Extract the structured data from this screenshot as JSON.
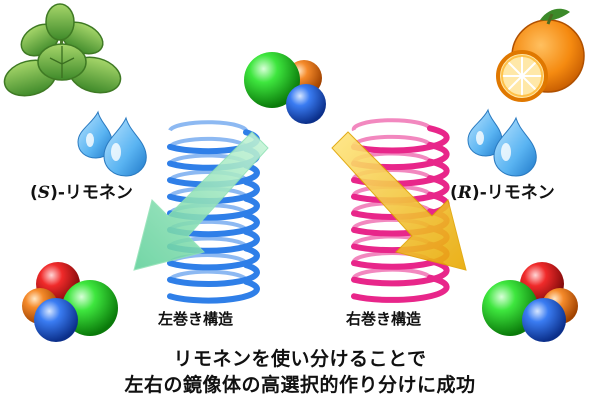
{
  "left": {
    "paren_open": "(",
    "config": "S",
    "paren_close": ")",
    "name": "-リモネン",
    "coil_label": "左巻き構造",
    "source_icon": "mint-leaves-icon",
    "coil_color": "#2f7fe8",
    "arrow_color": "#7fe0a8"
  },
  "right": {
    "paren_open": "(",
    "config": "R",
    "paren_close": ")",
    "name": "-リモネン",
    "coil_label": "右巻き構造",
    "source_icon": "orange-fruit-icon",
    "coil_color": "#e8268a",
    "arrow_color": "#f2c200"
  },
  "caption": {
    "line1": "リモネンを使い分けることで",
    "line2": "左右の鏡像体の高選択的作り分けに成功"
  },
  "colors": {
    "sphere_green": "#1fc81f",
    "sphere_blue": "#1e5fe0",
    "sphere_red": "#e01818",
    "sphere_orange": "#f07820",
    "drop": "#6ec4ff"
  }
}
